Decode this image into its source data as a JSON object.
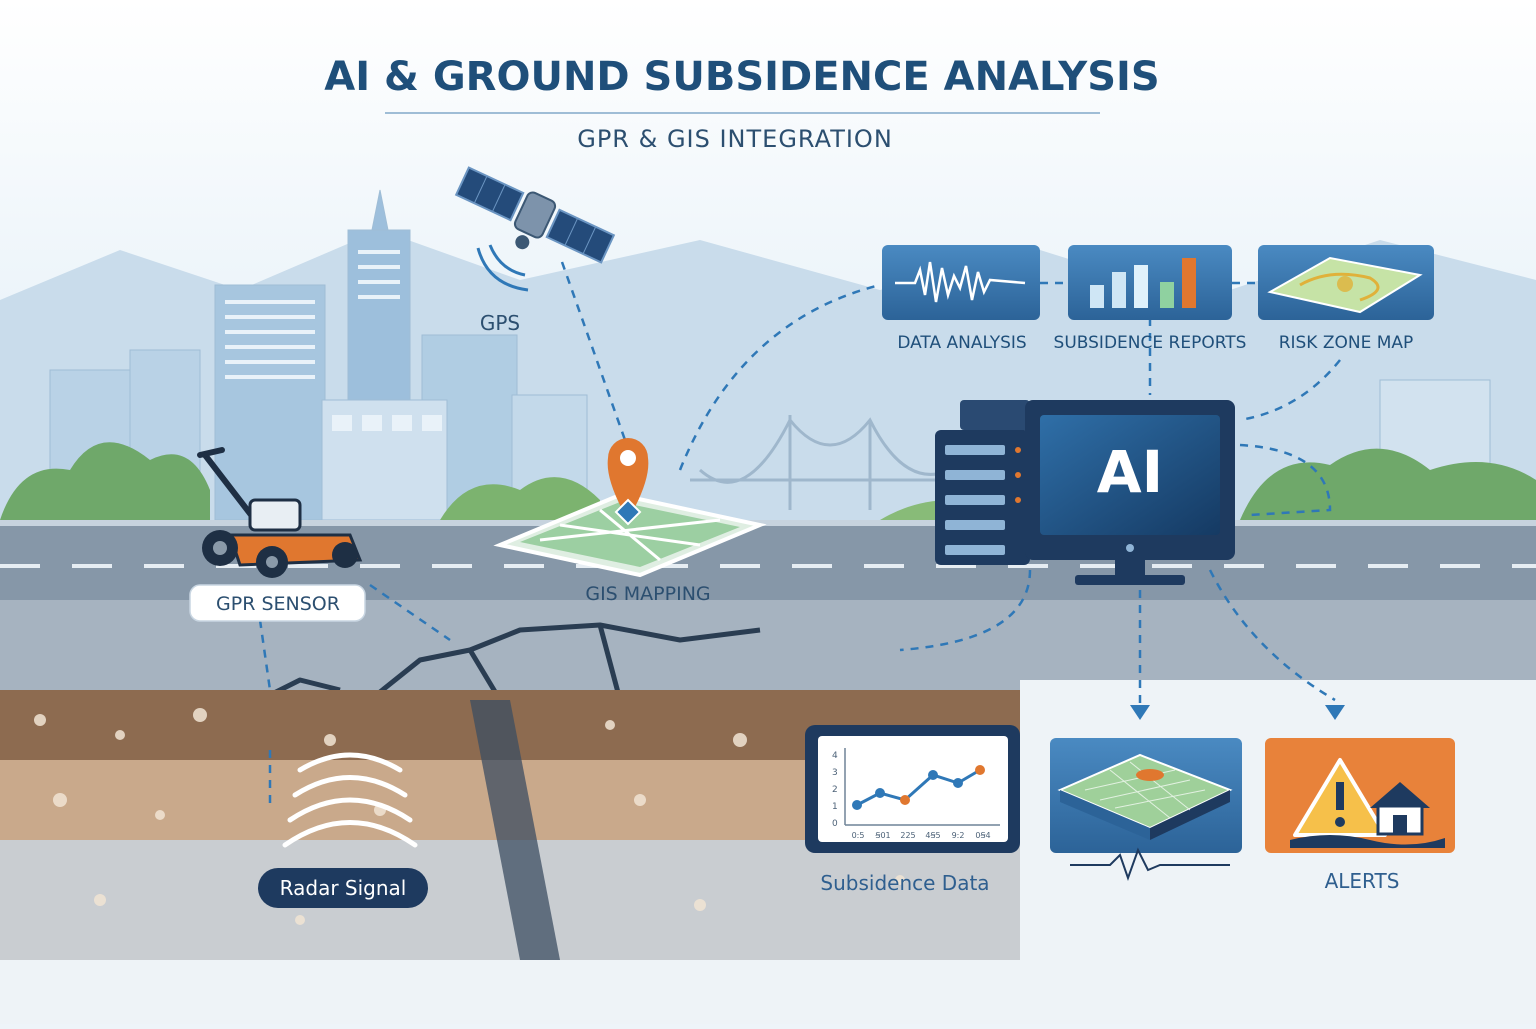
{
  "title": "AI & GROUND SUBSIDENCE ANALYSIS",
  "subtitle": "GPR & GIS INTEGRATION",
  "labels": {
    "gps": "GPS",
    "gpr_sensor": "GPR SENSOR",
    "gis_mapping": "GIS MAPPING",
    "radar_signal": "Radar Signal",
    "ai": "AI",
    "data_analysis": "DATA ANALYSIS",
    "subsidence_reports": "SUBSIDENCE REPORTS",
    "risk_zone_map": "RISK ZONE MAP",
    "subsidence_data": "Subsidence Data",
    "alerts": "ALERTS"
  },
  "mini_chart": {
    "y_ticks": [
      "4",
      "3",
      "2",
      "1",
      "0"
    ],
    "x_ticks": [
      "0:5",
      "Ꞩ01",
      "225",
      "4Ꞩ5",
      "9:2",
      "0Ꞩ4"
    ]
  },
  "colors": {
    "title": "#1f4f7a",
    "accent_orange": "#e0772f",
    "accent_blue": "#2f78b7",
    "dark_navy": "#1e3a5f",
    "alert_bg": "#e8823a"
  },
  "icons": [
    "satellite-icon",
    "location-pin-icon",
    "waveform-icon",
    "bar-chart-icon",
    "warning-icon",
    "house-icon"
  ]
}
